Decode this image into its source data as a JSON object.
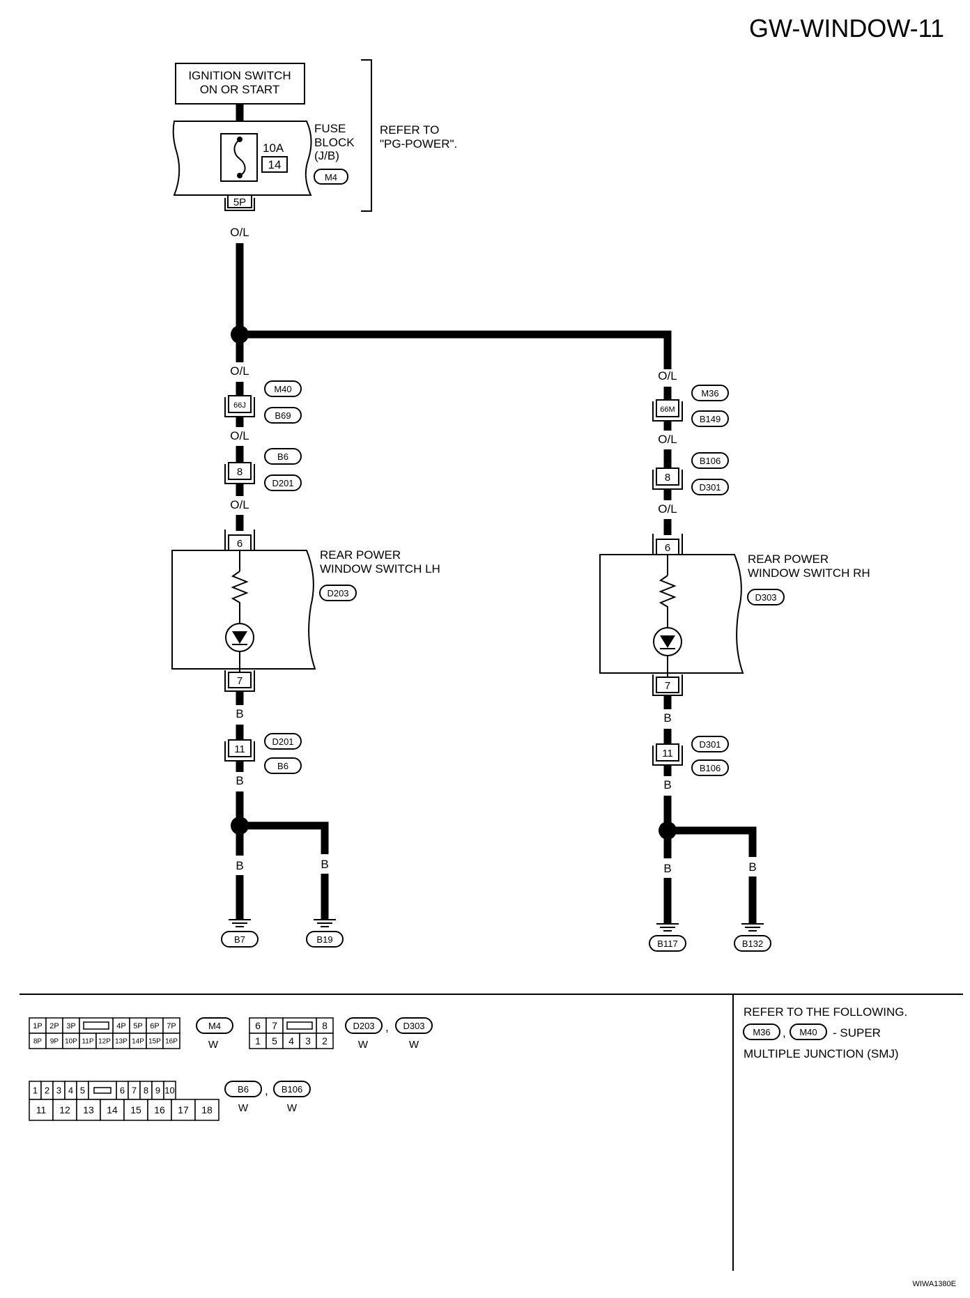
{
  "title": "GW-WINDOW-11",
  "figure_id": "WIWA1380E",
  "power_source": {
    "ignition_label": [
      "IGNITION SWITCH",
      "ON OR START"
    ],
    "fuse_rating": "10A",
    "fuse_number": "14",
    "fuse_block_label": [
      "FUSE",
      "BLOCK",
      "(J/B)"
    ],
    "fuse_block_connector": "M4",
    "refer_text": [
      "REFER TO",
      "\"PG-POWER\"."
    ],
    "output_pin": "5P"
  },
  "wires": {
    "o_l": "O/L",
    "b": "B"
  },
  "left_branch": {
    "joint1": {
      "pin": "66J",
      "top": "M40",
      "bottom": "B69"
    },
    "joint2": {
      "pin": "8",
      "top": "B6",
      "bottom": "D201"
    },
    "switch": {
      "label": [
        "REAR POWER",
        "WINDOW SWITCH LH"
      ],
      "connector": "D203",
      "pin_in": "6",
      "pin_out": "7"
    },
    "joint3": {
      "pin": "11",
      "top": "D201",
      "bottom": "B6"
    },
    "grounds": [
      "B7",
      "B19"
    ]
  },
  "right_branch": {
    "joint1": {
      "pin": "66M",
      "top": "M36",
      "bottom": "B149"
    },
    "joint2": {
      "pin": "8",
      "top": "B106",
      "bottom": "D301"
    },
    "switch": {
      "label": [
        "REAR POWER",
        "WINDOW SWITCH RH"
      ],
      "connector": "D303",
      "pin_in": "6",
      "pin_out": "7"
    },
    "joint3": {
      "pin": "11",
      "top": "D301",
      "bottom": "B106"
    },
    "grounds": [
      "B117",
      "B132"
    ]
  },
  "legend": {
    "m4_top": [
      "1P",
      "2P",
      "3P",
      "4P",
      "5P",
      "6P",
      "7P"
    ],
    "m4_bottom": [
      "8P",
      "9P",
      "10P",
      "11P",
      "12P",
      "13P",
      "14P",
      "15P",
      "16P"
    ],
    "m4_code": "M4",
    "m4_color": "W",
    "d_top": [
      "6",
      "7",
      "8"
    ],
    "d_bottom": [
      "1",
      "5",
      "4",
      "3",
      "2"
    ],
    "d_codes": [
      "D203",
      "D303"
    ],
    "d_colors": [
      "W",
      "W"
    ],
    "b_top": [
      "1",
      "2",
      "3",
      "4",
      "5",
      "6",
      "7",
      "8",
      "9",
      "10"
    ],
    "b_bottom": [
      "11",
      "12",
      "13",
      "14",
      "15",
      "16",
      "17",
      "18"
    ],
    "b_codes": [
      "B6",
      "B106"
    ],
    "b_colors": [
      "W",
      "W"
    ],
    "comma": ","
  },
  "refer_box": {
    "line1": "REFER TO THE FOLLOWING.",
    "codes": [
      "M36",
      "M40"
    ],
    "line2_suffix": "- SUPER",
    "line3": "MULTIPLE JUNCTION (SMJ)"
  }
}
